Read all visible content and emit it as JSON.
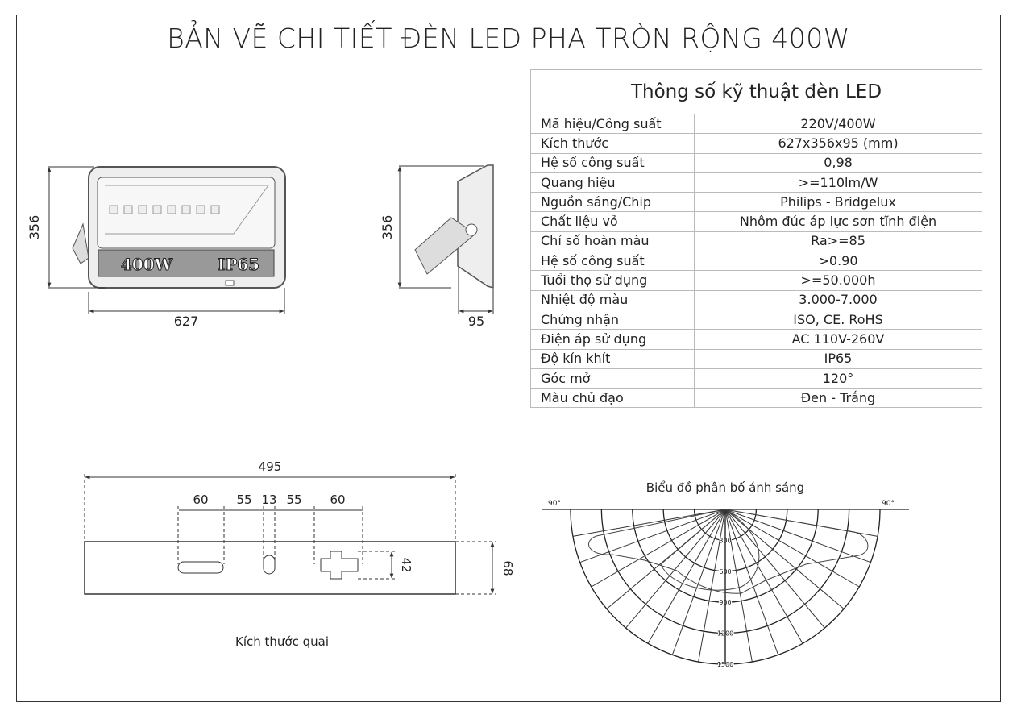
{
  "title": "BẢN VẼ CHI TIẾT ĐÈN LED PHA TRÒN RỘNG 400W",
  "front_view": {
    "height_label": "356",
    "width_label": "627",
    "badge_power": "400W",
    "badge_ip": "IP65"
  },
  "side_view": {
    "height_label": "356",
    "depth_label": "95"
  },
  "spec_table": {
    "title": "Thông số kỹ thuật đèn LED",
    "rows": [
      {
        "label": "Mã hiệu/Công suất",
        "value": "220V/400W"
      },
      {
        "label": "Kích thước",
        "value": "627x356x95 (mm)"
      },
      {
        "label": "Hệ số công suất",
        "value": "0,98"
      },
      {
        "label": "Quang hiệu",
        "value": ">=110lm/W"
      },
      {
        "label": "Nguồn sáng/Chip",
        "value": "Philips - Bridgelux"
      },
      {
        "label": "Chất liệu vỏ",
        "value": "Nhôm đúc áp lực sơn tĩnh điện"
      },
      {
        "label": "Chỉ số hoàn màu",
        "value": "Ra>=85"
      },
      {
        "label": "Hệ số công suất",
        "value": ">0.90"
      },
      {
        "label": "Tuổi thọ sử dụng",
        "value": ">=50.000h"
      },
      {
        "label": "Nhiệt độ màu",
        "value": "3.000-7.000"
      },
      {
        "label": "Chứng nhận",
        "value": "ISO, CE. RoHS"
      },
      {
        "label": "Điện áp sử dụng",
        "value": "AC 110V-260V"
      },
      {
        "label": "Độ kín khít",
        "value": "IP65"
      },
      {
        "label": "Góc mở",
        "value": "120°"
      },
      {
        "label": "Màu chủ đạo",
        "value": "Đen - Trắng"
      }
    ]
  },
  "bracket": {
    "caption": "Kích thước quai",
    "total_length": "495",
    "segments": [
      "60",
      "55",
      "13",
      "55",
      "60"
    ],
    "hole_height": "42",
    "height": "68"
  },
  "light_chart": {
    "title": "Biểu đồ phân bố ánh sáng",
    "angle_left": "90°",
    "angle_right": "90°",
    "rings": [
      300,
      600,
      900,
      1200,
      1500
    ],
    "ring_labels": [
      "300",
      "600",
      "900",
      "1200",
      "1500"
    ]
  }
}
